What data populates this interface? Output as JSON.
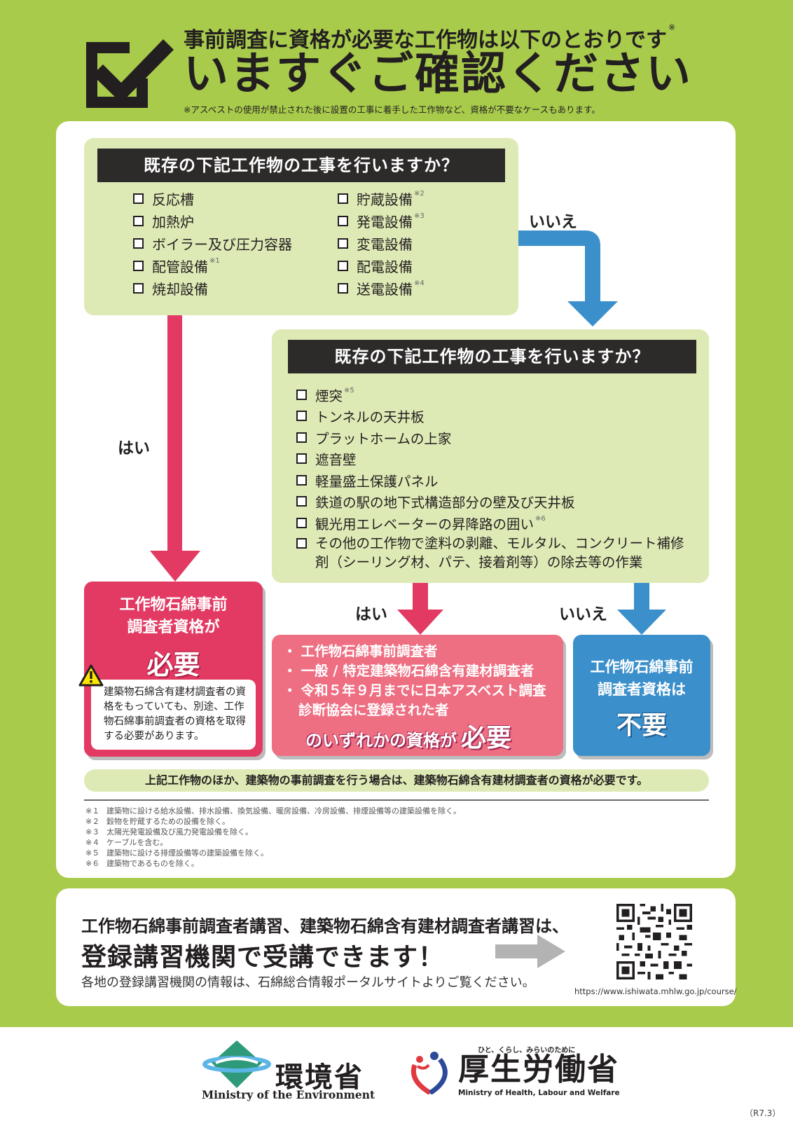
{
  "header": {
    "subtitle": "事前調査に資格が必要な工作物は以下のとおりです",
    "subtitle_mark": "※",
    "title": "いますぐご確認ください",
    "note": "※アスベストの使用が禁止された後に設置の工事に着手した工作物など、資格が不要なケースもあります。"
  },
  "question1": {
    "title": "既存の下記工作物の工事を行いますか？",
    "col1": [
      {
        "label": "反応槽",
        "note": ""
      },
      {
        "label": "加熱炉",
        "note": ""
      },
      {
        "label": "ボイラー及び圧力容器",
        "note": ""
      },
      {
        "label": "配管設備",
        "note": "※1"
      },
      {
        "label": "焼却設備",
        "note": ""
      }
    ],
    "col2": [
      {
        "label": "貯蔵設備",
        "note": "※2"
      },
      {
        "label": "発電設備",
        "note": "※3"
      },
      {
        "label": "変電設備",
        "note": ""
      },
      {
        "label": "配電設備",
        "note": ""
      },
      {
        "label": "送電設備",
        "note": "※4"
      }
    ]
  },
  "question2": {
    "title": "既存の下記工作物の工事を行いますか？",
    "items": [
      {
        "label": "煙突",
        "note": "※5"
      },
      {
        "label": "トンネルの天井板",
        "note": ""
      },
      {
        "label": "プラットホームの上家",
        "note": ""
      },
      {
        "label": "遮音壁",
        "note": ""
      },
      {
        "label": "軽量盛土保護パネル",
        "note": ""
      },
      {
        "label": "鉄道の駅の地下式構造部分の壁及び天井板",
        "note": ""
      },
      {
        "label": "観光用エレベーターの昇降路の囲い",
        "note": "※6"
      },
      {
        "label": "その他の工作物で塗料の剥離、モルタル、コンクリート補修剤（シーリング材、パテ、接着剤等）の除去等の作業",
        "note": ""
      }
    ]
  },
  "flow_labels": {
    "yes": "はい",
    "no": "いいえ"
  },
  "result_required": {
    "line1": "工作物石綿事前",
    "line2": "調査者資格が",
    "emphasis": "必要",
    "note": "建築物石綿含有建材調査者の資格をもっていても、別途、工作物石綿事前調査者の資格を取得する必要があります。"
  },
  "result_any": {
    "items": [
      "工作物石綿事前調査者",
      "一般 / 特定建築物石綿含有建材調査者",
      "令和５年９月までに日本アスベスト調査",
      "診断協会に登録された者"
    ],
    "bullet": "・",
    "suffix": "のいずれかの資格が",
    "emphasis": "必要"
  },
  "result_not_required": {
    "line1": "工作物石綿事前",
    "line2": "調査者資格は",
    "emphasis": "不要"
  },
  "bar_note": "上記工作物のほか、建築物の事前調査を行う場合は、建築物石綿含有建材調査者の資格が必要です。",
  "footnotes": [
    {
      "mark": "※１",
      "text": "建築物に設ける給水設備、排水設備、換気設備、暖房設備、冷房設備、排煙設備等の建築設備を除く。"
    },
    {
      "mark": "※２",
      "text": "穀物を貯蔵するための設備を除く。"
    },
    {
      "mark": "※３",
      "text": "太陽光発電設備及び風力発電設備を除く。"
    },
    {
      "mark": "※４",
      "text": "ケーブルを含む。"
    },
    {
      "mark": "※５",
      "text": "建築物に設ける排煙設備等の建築設備を除く。"
    },
    {
      "mark": "※６",
      "text": "建築物であるものを除く。"
    }
  ],
  "course": {
    "line1": "工作物石綿事前調査者講習、建築物石綿含有建材調査者講習は、",
    "line2": "登録講習機関で受講できます！",
    "line3": "各地の登録講習機関の情報は、石綿総合情報ポータルサイトよりご覧ください。",
    "url": "https://www.ishiwata.mhlw.go.jp/course/",
    "qr_icon": "qr-code"
  },
  "logos": {
    "env_jp": "環境省",
    "env_en": "Ministry of the Environment",
    "mhlw_tagline": "ひと、くらし、みらいのために",
    "mhlw_jp": "厚生労働省",
    "mhlw_en": "Ministry of Health, Labour and Welfare"
  },
  "revision": "（R7.3）",
  "colors": {
    "background_green": "#a8cb4b",
    "question_box": "#deeab5",
    "header_dark": "#2d2a2a",
    "yes_red": "#e23a63",
    "pink": "#ee6e82",
    "no_blue": "#3b8fcb"
  }
}
